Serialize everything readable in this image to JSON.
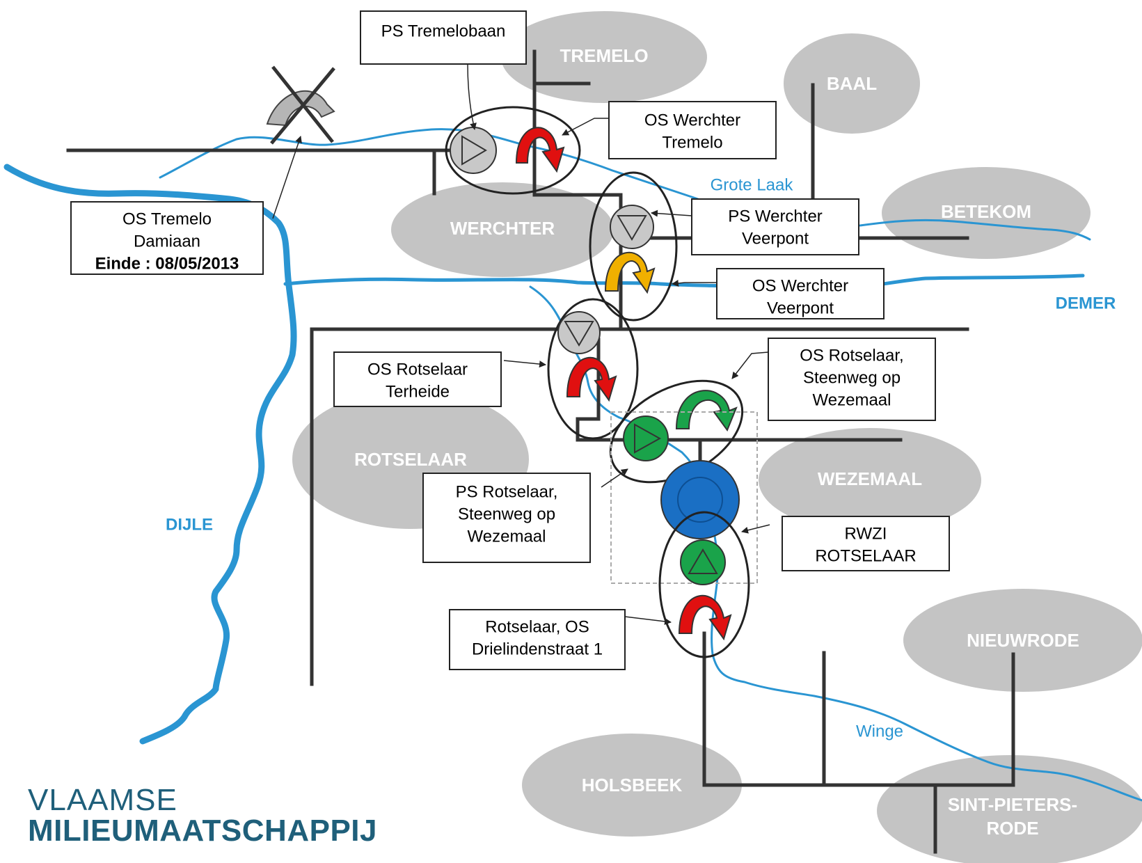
{
  "towns": {
    "tremelo": "TREMELO",
    "baal": "BAAL",
    "werchter": "WERCHTER",
    "betekom": "BETEKOM",
    "rotselaar": "ROTSELAAR",
    "wezemaal": "WEZEMAAL",
    "nieuwrode": "NIEUWRODE",
    "holsbeek": "HOLSBEEK",
    "sint_pieters_rode_1": "SINT-PIETERS-",
    "sint_pieters_rode_2": "RODE"
  },
  "rivers": {
    "dijle": "DIJLE",
    "demer": "DEMER",
    "grote_laak": "Grote Laak",
    "winge": "Winge"
  },
  "callouts": {
    "ps_tremelobaan": "PS Tremelobaan",
    "os_werchter_tremelo_1": "OS Werchter",
    "os_werchter_tremelo_2": "Tremelo",
    "os_tremelo_damiaan_1": "OS Tremelo",
    "os_tremelo_damiaan_2": "Damiaan",
    "os_tremelo_damiaan_3": "Einde : 08/05/2013",
    "ps_werchter_veerpont_1": "PS Werchter",
    "ps_werchter_veerpont_2": "Veerpont",
    "os_werchter_veerpont_1": "OS Werchter",
    "os_werchter_veerpont_2": "Veerpont",
    "os_rotselaar_terheide_1": "OS Rotselaar",
    "os_rotselaar_terheide_2": "Terheide",
    "os_rotselaar_steenweg_1": "OS Rotselaar,",
    "os_rotselaar_steenweg_2": "Steenweg op",
    "os_rotselaar_steenweg_3": "Wezemaal",
    "ps_rotselaar_steenweg_1": "PS Rotselaar,",
    "ps_rotselaar_steenweg_2": "Steenweg op",
    "ps_rotselaar_steenweg_3": "Wezemaal",
    "rwzi_rotselaar_1": "RWZI",
    "rwzi_rotselaar_2": "ROTSELAAR",
    "os_drielindenstraat_1": "Rotselaar, OS",
    "os_drielindenstraat_2": "Drielindenstraat 1"
  },
  "logo": {
    "line1": "VLAAMSE",
    "line2": "MILIEUMAATSCHAPPIJ"
  },
  "colors": {
    "river": "#2a95d2",
    "town": "#c4c4c4",
    "overflow_active": "#e01010",
    "overflow_warning": "#f0b000",
    "overflow_ok": "#1aa34a",
    "pump_inactive": "#c8c8c8",
    "pump_active": "#1aa34a",
    "treatment_plant": "#1a6fc4"
  }
}
